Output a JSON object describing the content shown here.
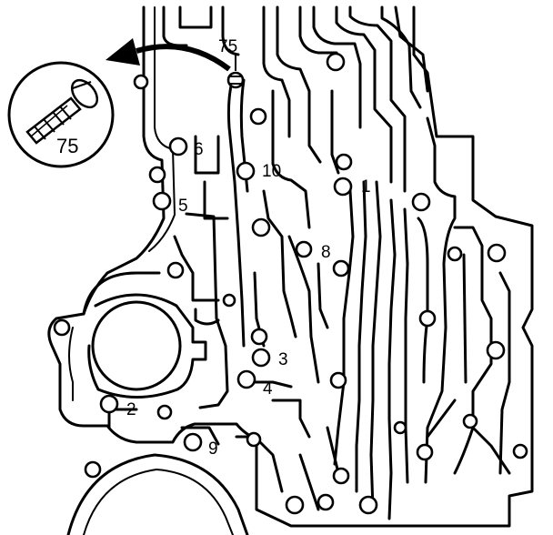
{
  "figure": {
    "detail_label": "75",
    "bolt_label": "75",
    "callouts": [
      {
        "id": "1",
        "label": "1"
      },
      {
        "id": "2",
        "label": "2"
      },
      {
        "id": "3",
        "label": "3"
      },
      {
        "id": "4",
        "label": "4"
      },
      {
        "id": "5",
        "label": "5"
      },
      {
        "id": "6",
        "label": "6"
      },
      {
        "id": "8",
        "label": "8"
      },
      {
        "id": "9",
        "label": "9"
      },
      {
        "id": "10",
        "label": "10"
      }
    ]
  }
}
